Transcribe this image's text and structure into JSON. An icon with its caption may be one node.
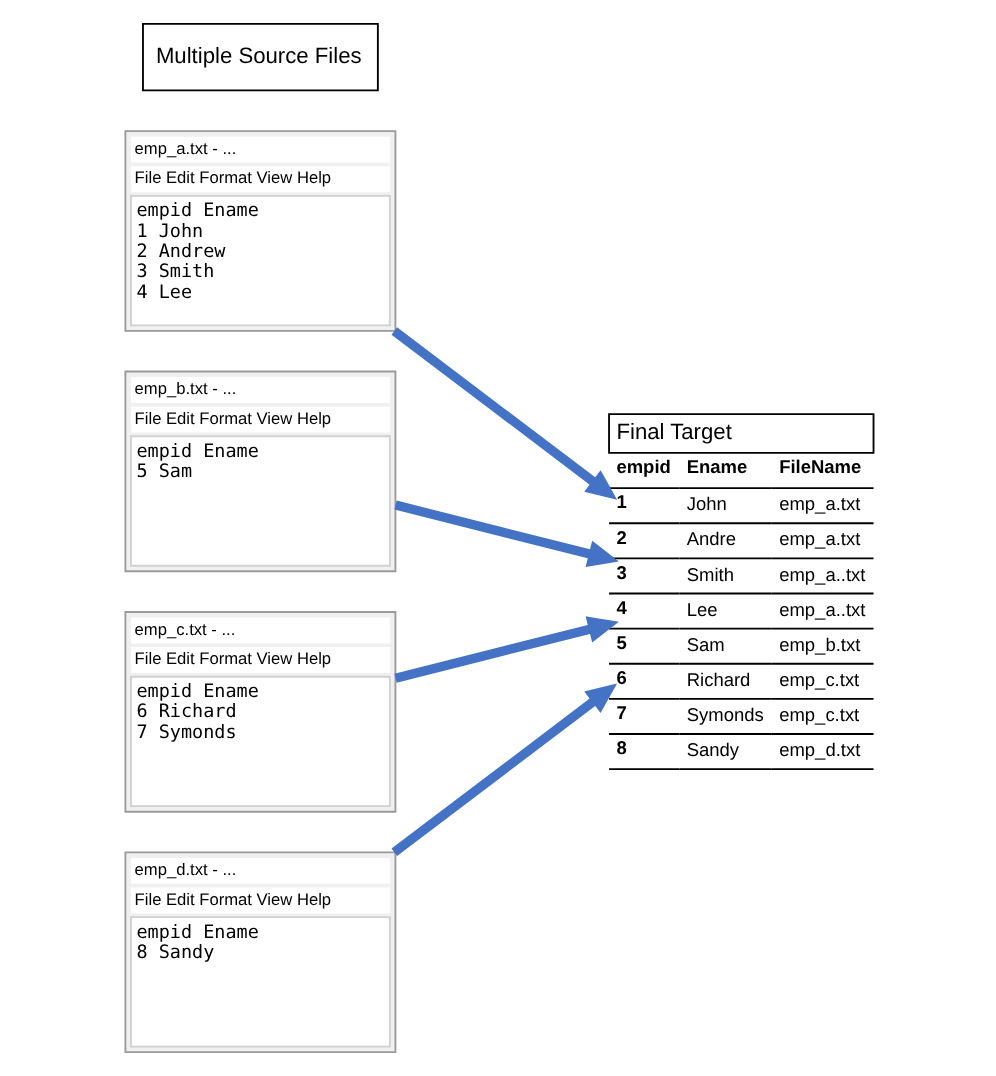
{
  "diagram": {
    "nodes": [
      {
        "text": [
          "Multiple Source Files"
        ]
      },
      {
        "text": [
          "emp_a.txt - ...",
          "File Edit Format View Help",
          "empid Ename",
          "1 John",
          "2 Andrew",
          "3 Smith",
          "4 Lee"
        ]
      },
      {
        "text": [
          "emp_b.txt - ...",
          "File Edit Format View Help",
          "empid Ename",
          "5 Sam"
        ]
      },
      {
        "text": [
          "emp_c.txt - ...",
          "File Edit Format View Help",
          "empid Ename",
          "6 Richard",
          "7 Symonds"
        ]
      },
      {
        "text": [
          "emp_d.txt - ...",
          "File Edit Format View Help",
          "empid Ename",
          "8 Sandy"
        ]
      },
      {
        "text": [
          "Final Target",
          "empid",
          "Ename",
          "FileName",
          "1",
          "John",
          "emp_a.txt",
          "2",
          "Andre",
          "emp_a.txt",
          "3",
          "Smith",
          "emp_a..txt",
          "4",
          "Lee",
          "emp_a..txt",
          "5",
          "Sam",
          "emp_b.txt",
          "6",
          "Richard",
          "emp_c.txt",
          "7",
          "Symonds",
          "emp_c.txt",
          "8",
          "Sandy",
          "emp_d.txt"
        ]
      }
    ],
    "edges": [
      {
        "from": 1,
        "to": 5,
        "arrow": "to"
      },
      {
        "from": 2,
        "to": 5,
        "arrow": "to"
      },
      {
        "from": 3,
        "to": 5,
        "arrow": "to"
      },
      {
        "from": 4,
        "to": 5,
        "arrow": "to"
      }
    ]
  }
}
